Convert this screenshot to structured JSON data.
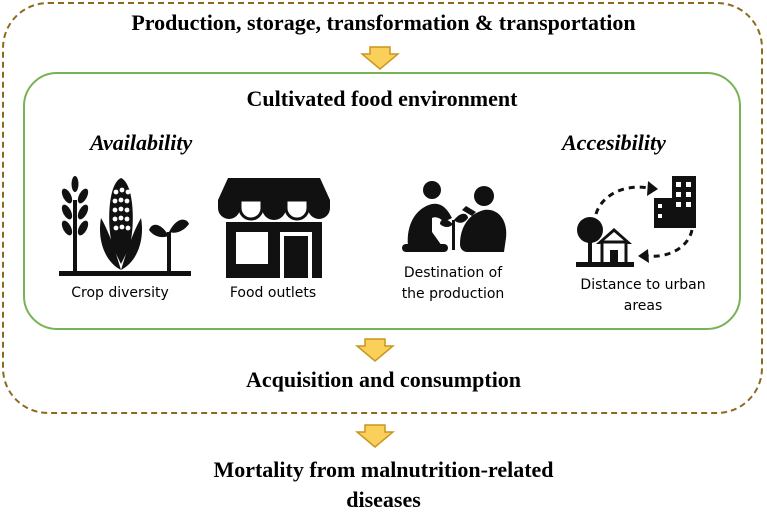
{
  "stages": {
    "top": "Production, storage, transformation & transportation",
    "environment": "Cultivated food environment",
    "middle": "Acquisition and consumption",
    "bottom_line1": "Mortality from malnutrition-related",
    "bottom_line2": "diseases"
  },
  "dimensions": {
    "availability": "Availability",
    "accessibility": "Accesibility"
  },
  "factors": [
    {
      "label": "Crop diversity",
      "icon": "crop-diversity-icon"
    },
    {
      "label": "Food outlets",
      "icon": "store-icon"
    },
    {
      "label_line1": "Destination of",
      "label_line2": "the production",
      "icon": "planting-people-icon"
    },
    {
      "label_line1": "Distance to urban",
      "label_line2": "areas",
      "icon": "house-to-city-icon"
    }
  ],
  "colors": {
    "outer_border": "#8c6a1f",
    "inner_border": "#77b255",
    "arrow_fill": "#fbd05a",
    "arrow_stroke": "#c9961c"
  }
}
